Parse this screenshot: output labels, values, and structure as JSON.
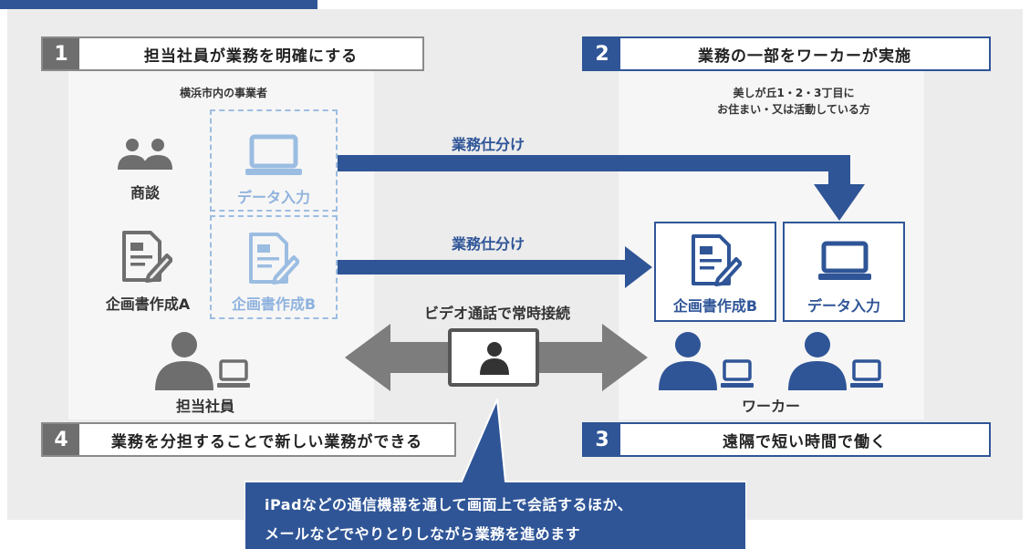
{
  "steps": [
    {
      "num": "1",
      "text": "担当社員が業務を明確にする"
    },
    {
      "num": "2",
      "text": "業務の一部をワーカーが実施"
    },
    {
      "num": "3",
      "text": "遠隔で短い時間で働く"
    },
    {
      "num": "4",
      "text": "業務を分担することで新しい業務ができる"
    }
  ],
  "left": {
    "caption": "横浜市内の事業者",
    "meeting_label": "商談",
    "planning_a_label": "企画書作成A",
    "data_entry_label": "データ入力",
    "planning_b_label": "企画書作成B",
    "staff_label": "担当社員"
  },
  "right": {
    "caption_line1": "美しが丘1・2・3丁目に",
    "caption_line2": "お住まい・又は活動している方",
    "planning_b_label": "企画書作成B",
    "data_entry_label": "データ入力",
    "worker_label": "ワーカー"
  },
  "arrows": {
    "assign1": "業務仕分け",
    "assign2": "業務仕分け",
    "video": "ビデオ通話で常時接続"
  },
  "callout": {
    "line1": "iPadなどの通信機器を通して画面上で会話するほか、",
    "line2": "メールなどでやりとりしながら業務を進めます"
  },
  "colors": {
    "blue": "#2f5597",
    "light_blue": "#9cbde2",
    "gray": "#6e6e6e",
    "background": "#ececec"
  }
}
